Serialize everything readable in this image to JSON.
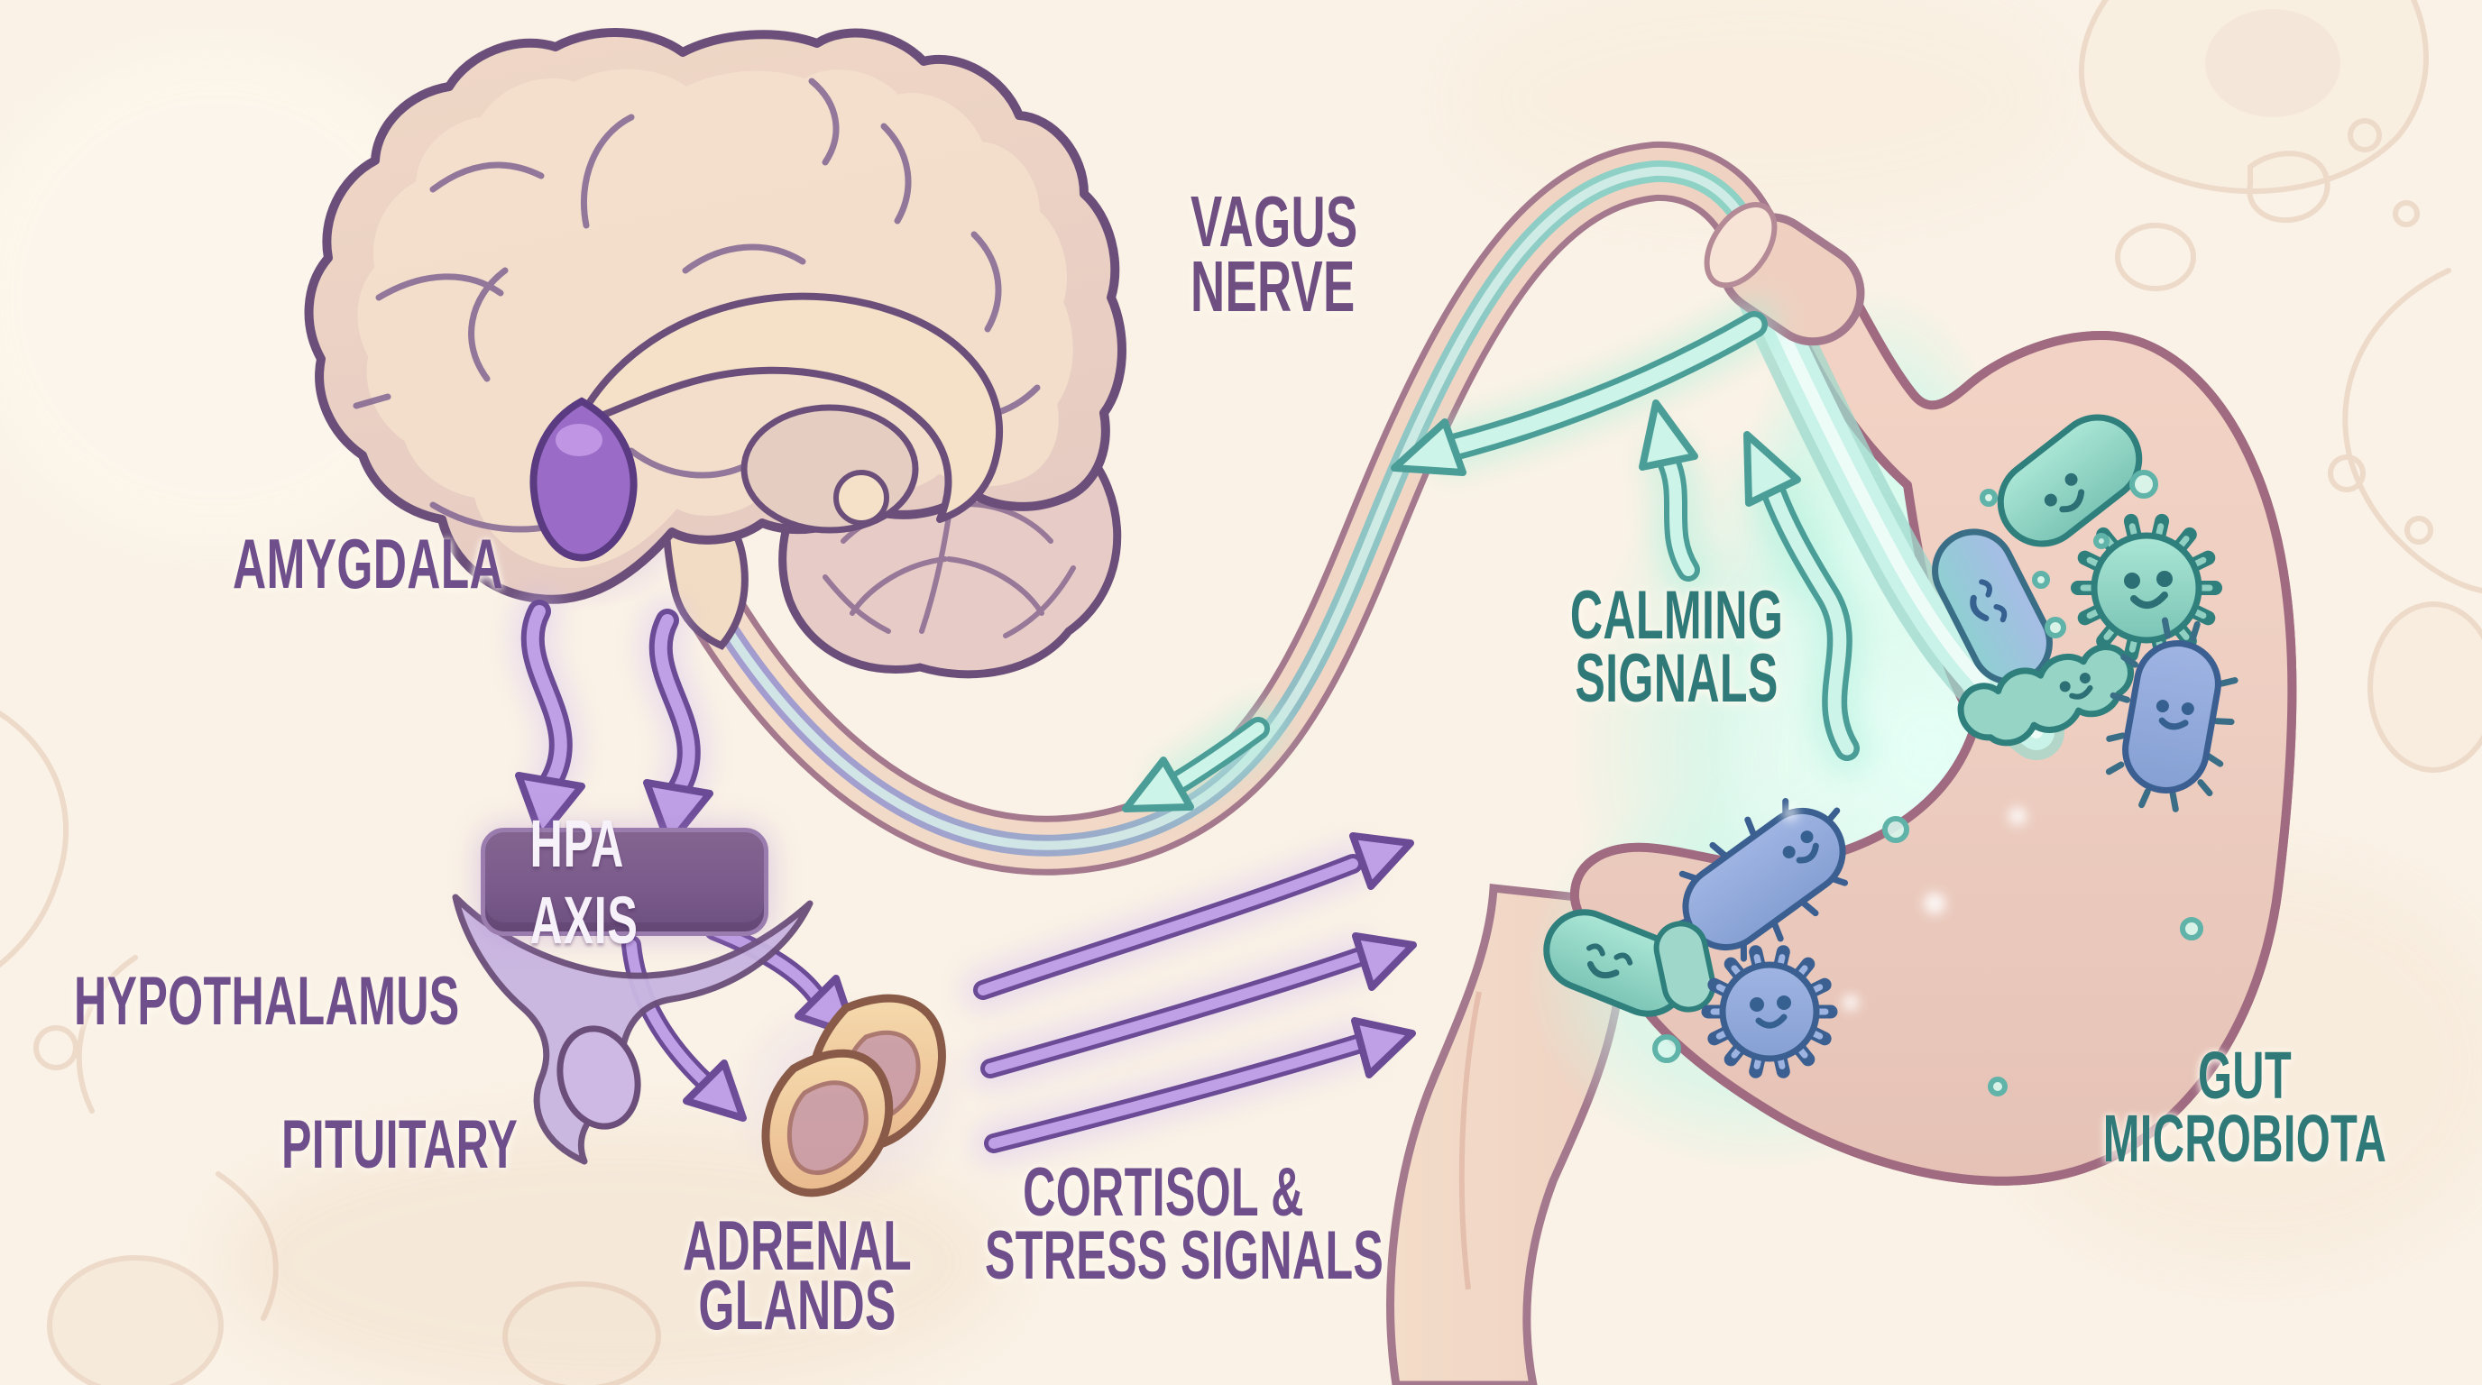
{
  "title": "Gut-brain axis illustration",
  "labels": {
    "amygdala": "AMYGDALA",
    "hpa_badge": "HPA AXIS",
    "hypothalamus": "HYPOTHALAMUS",
    "pituitary": "PITUITARY",
    "adrenal": {
      "line1": "ADRENAL",
      "line2": "GLANDS"
    },
    "cortisol": {
      "line1": "CORTISOL &",
      "line2": "STRESS SIGNALS"
    },
    "vagus": {
      "line1": "VAGUS",
      "line2": "NERVE"
    },
    "calming": {
      "line1": "CALMING",
      "line2": "SIGNALS"
    },
    "gut": {
      "line1": "GUT",
      "line2": "MICROBIOTA"
    }
  },
  "colors": {
    "background": "#faf2e6",
    "label_purple": "#6f4e8c",
    "label_teal": "#2f7a78",
    "badge_fill": "#7a5b8c",
    "badge_border": "#9a7cae",
    "badge_text": "#f7f2fa",
    "arrow_purple_outline": "#6b4a96",
    "arrow_purple_fill": "#c0a2e6",
    "arrow_teal_outline": "#4a9e97",
    "arrow_teal_fill": "#cdf4e8",
    "stomach_outline": "#a06b80",
    "glow_mint": "#c9f4e6",
    "microbe_teal": "#8fd0c2",
    "microbe_blue": "#97aede",
    "amygdala_purple": "#9a6cc8",
    "adrenal_tan": "#f1cfa2",
    "brain_fill": "#eed6c4",
    "brain_outline": "#6b4f7a"
  }
}
